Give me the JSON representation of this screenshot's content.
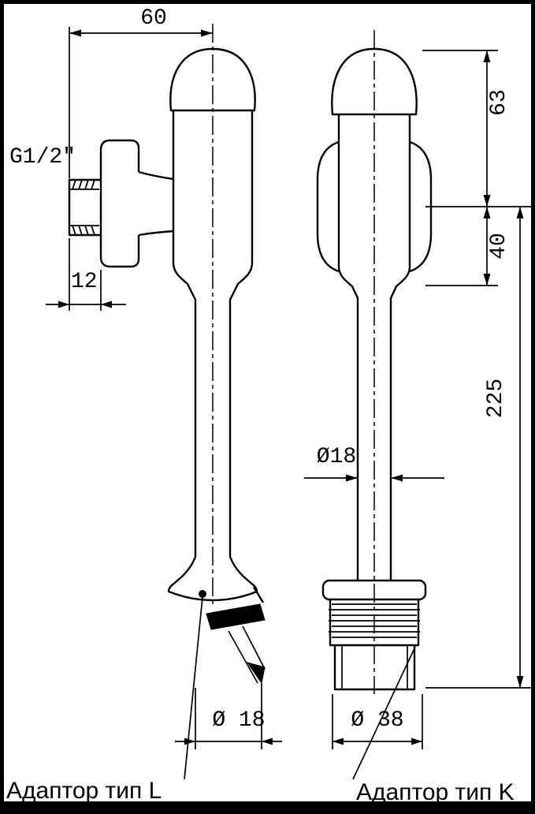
{
  "drawing": {
    "type": "technical-drawing",
    "subject": "flush-valve-two-views",
    "dims": {
      "width_top": "60",
      "thread": "G1/2\"",
      "flange": "12",
      "head": "63",
      "body": "40",
      "total": "225",
      "pipe_dia": "Ø18",
      "outlet_l": "Ø 18",
      "outlet_k": "Ø 38"
    },
    "captions": {
      "left": "Адаптор тип L",
      "right": "Адаптор тип K"
    },
    "colors": {
      "line": "#000000",
      "background": "#ffffff"
    }
  }
}
